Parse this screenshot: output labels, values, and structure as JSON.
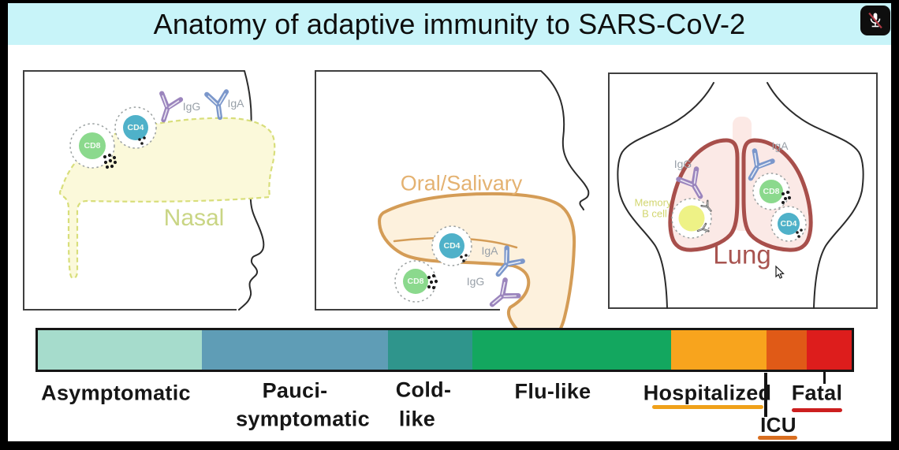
{
  "title": "Anatomy of adaptive immunity to SARS-CoV-2",
  "overlay": {
    "mute_icon": "microphone-muted"
  },
  "panels": [
    {
      "title": "Nasal",
      "cells": [
        {
          "label": "CD8"
        },
        {
          "label": "CD4"
        }
      ],
      "antibodies": [
        {
          "label": "IgG"
        },
        {
          "label": "IgA"
        }
      ]
    },
    {
      "title": "Oral/Salivary",
      "cells": [
        {
          "label": "CD4"
        },
        {
          "label": "CD8"
        }
      ],
      "antibodies": [
        {
          "label": "IgA"
        },
        {
          "label": "IgG"
        }
      ]
    },
    {
      "title": "Lung",
      "cells": [
        {
          "label": "CD8"
        },
        {
          "label": "CD4"
        }
      ],
      "antibodies": [
        {
          "label": "IgG"
        },
        {
          "label": "IgA"
        }
      ],
      "memory_b_cell": {
        "line1": "Memory",
        "line2": "B cell"
      }
    }
  ],
  "severity_scale": {
    "items": [
      {
        "line1": "Asymptomatic",
        "color": "#a6dccc",
        "width_pct": 20.2
      },
      {
        "line1": "Pauci-",
        "line2": "symptomatic",
        "color": "#5f9db6",
        "width_pct": 22.8
      },
      {
        "line1": "Cold-",
        "line2": "like",
        "color": "#2f958c",
        "width_pct": 10.4
      },
      {
        "line1": "Flu-like",
        "color": "#13a75f",
        "width_pct": 24.4
      },
      {
        "line1": "Hospitalized",
        "color": "#f8a41d",
        "width_pct": 11.7,
        "underline": "#f0a11a"
      },
      {
        "line1": "ICU",
        "color": "#e05a17",
        "width_pct": 5.0,
        "underline": "#d96e1f"
      },
      {
        "line1": "Fatal",
        "color": "#dd1d1c",
        "width_pct": 5.5,
        "underline": "#cc1f1f"
      }
    ]
  },
  "colors": {
    "title_bg": "#c8f4f9",
    "panel_border": "#3f3f3f",
    "cd8_fill": "#8bd98d",
    "cd4_fill": "#4fb1c9",
    "igg_color": "#9b85bd",
    "iga_color": "#7b97cb",
    "antibody_label": "#98a0a8",
    "nasal_fill": "#fbf9da",
    "nasal_stroke": "#d8de7b",
    "nasal_label": "#c9d584",
    "oral_fill": "#fdf1dd",
    "oral_stroke": "#d49c56",
    "oral_label": "#e4b271",
    "lung_fill": "#fbe9e6",
    "lung_stroke": "#a84f4b",
    "lung_label": "#a85450",
    "memory_b_fill": "#eef286",
    "memory_b_label": "#d2d66f",
    "skin_line": "#2b2b2b",
    "mic_bg": "#0e0e0e",
    "mic_slash": "#b03a45"
  }
}
